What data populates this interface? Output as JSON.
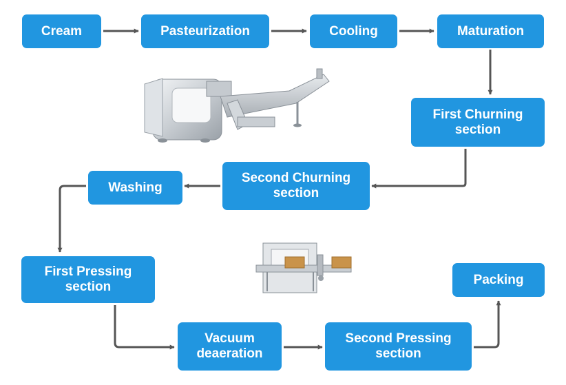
{
  "diagram": {
    "nodes": {
      "cream": "Cream",
      "pasteurization": "Pasteurization",
      "cooling": "Cooling",
      "maturation": "Maturation",
      "first_churning": [
        "First Churning",
        "section"
      ],
      "second_churning": [
        "Second Churning",
        "section"
      ],
      "washing": "Washing",
      "first_pressing": [
        "First Pressing",
        "section"
      ],
      "vacuum_deaeration": [
        "Vacuum",
        "deaeration"
      ],
      "second_pressing": [
        "Second Pressing",
        "section"
      ],
      "packing": "Packing"
    },
    "edges": [
      [
        "cream",
        "pasteurization"
      ],
      [
        "pasteurization",
        "cooling"
      ],
      [
        "cooling",
        "maturation"
      ],
      [
        "maturation",
        "first_churning"
      ],
      [
        "first_churning",
        "second_churning"
      ],
      [
        "second_churning",
        "washing"
      ],
      [
        "washing",
        "first_pressing"
      ],
      [
        "first_pressing",
        "vacuum_deaeration"
      ],
      [
        "vacuum_deaeration",
        "second_pressing"
      ],
      [
        "second_pressing",
        "packing"
      ]
    ],
    "colors": {
      "node": "#2196e0",
      "node_text": "#ffffff",
      "arrow": "#555555"
    },
    "illustrations": [
      "churning-machine-icon",
      "pressing-machine-icon"
    ]
  }
}
